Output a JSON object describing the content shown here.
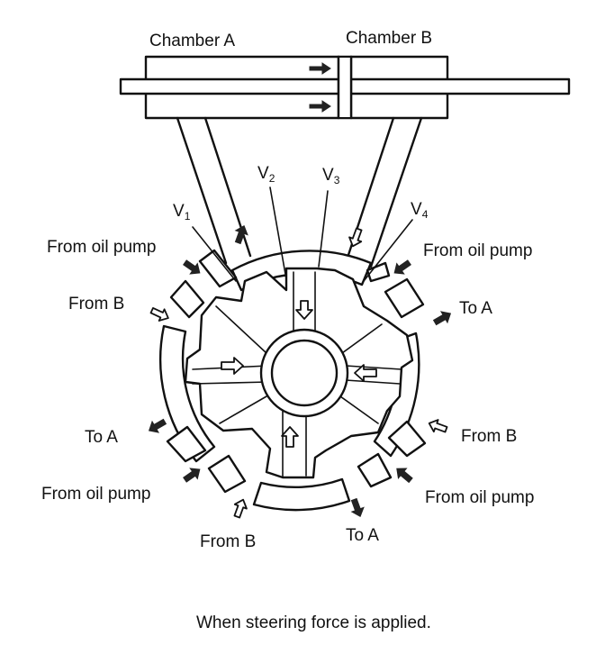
{
  "labels": {
    "chamber_a": "Chamber A",
    "chamber_b": "Chamber B",
    "v1": "V",
    "v1_sub": "1",
    "v2": "V",
    "v2_sub": "2",
    "v3": "V",
    "v3_sub": "3",
    "v4": "V",
    "v4_sub": "4",
    "from_oil_pump": "From oil pump",
    "from_b": "From B",
    "to_a": "To A"
  },
  "caption": "When steering force is applied.",
  "colors": {
    "line": "#111111",
    "background": "#ffffff",
    "arrow_fill": "#222222"
  }
}
